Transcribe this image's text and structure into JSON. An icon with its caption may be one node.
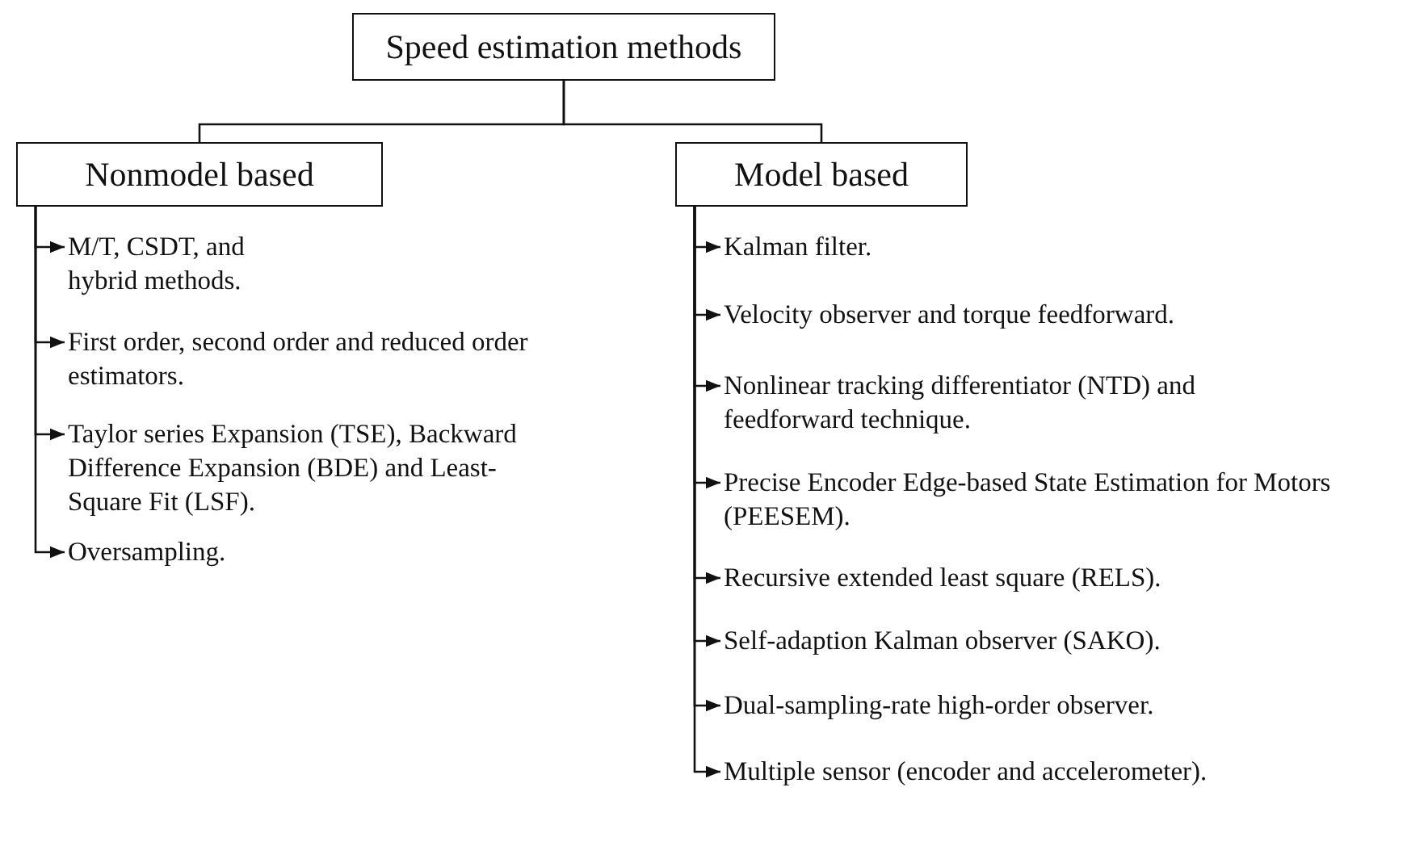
{
  "diagram": {
    "nodes": [
      {
        "text": [
          "Speed estimation methods"
        ]
      },
      {
        "text": [
          "Nonmodel based"
        ]
      },
      {
        "text": [
          "Model based"
        ]
      },
      {
        "text": [
          "M/T, CSDT, and hybrid methods."
        ]
      },
      {
        "text": [
          "First order, second order and reduced order estimators."
        ]
      },
      {
        "text": [
          "Taylor series Expansion (TSE), Backward Difference Expansion (BDE) and Least-Square Fit (LSF)."
        ]
      },
      {
        "text": [
          "Oversampling."
        ]
      },
      {
        "text": [
          "Kalman filter."
        ]
      },
      {
        "text": [
          "Velocity observer and torque feedforward."
        ]
      },
      {
        "text": [
          "Nonlinear tracking differentiator (NTD) and feedforward technique."
        ]
      },
      {
        "text": [
          "Precise Encoder Edge-based State Estimation for Motors (PEESEM)."
        ]
      },
      {
        "text": [
          "Recursive extended least square (RELS)."
        ]
      },
      {
        "text": [
          "Self-adaption Kalman observer (SAKO)."
        ]
      },
      {
        "text": [
          "Dual-sampling-rate high-order observer."
        ]
      },
      {
        "text": [
          "Multiple sensor (encoder and accelerometer)."
        ]
      }
    ],
    "edges": [
      {
        "from": 0,
        "to": 1,
        "arrow": "none"
      },
      {
        "from": 0,
        "to": 2,
        "arrow": "none"
      },
      {
        "from": 1,
        "to": 3,
        "arrow": "to"
      },
      {
        "from": 1,
        "to": 4,
        "arrow": "to"
      },
      {
        "from": 1,
        "to": 5,
        "arrow": "to"
      },
      {
        "from": 1,
        "to": 6,
        "arrow": "to"
      },
      {
        "from": 2,
        "to": 7,
        "arrow": "to"
      },
      {
        "from": 2,
        "to": 8,
        "arrow": "to"
      },
      {
        "from": 2,
        "to": 9,
        "arrow": "to"
      },
      {
        "from": 2,
        "to": 10,
        "arrow": "to"
      },
      {
        "from": 2,
        "to": 11,
        "arrow": "to"
      },
      {
        "from": 2,
        "to": 12,
        "arrow": "to"
      },
      {
        "from": 2,
        "to": 13,
        "arrow": "to"
      },
      {
        "from": 2,
        "to": 14,
        "arrow": "to"
      }
    ]
  }
}
